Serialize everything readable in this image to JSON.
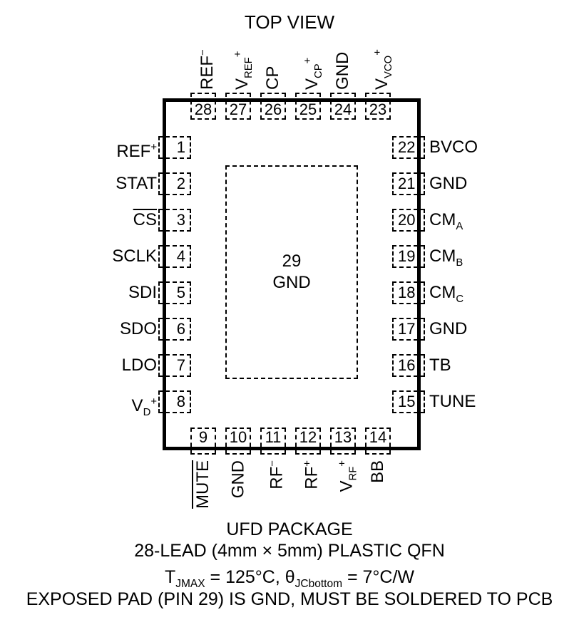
{
  "title": "TOP VIEW",
  "colors": {
    "ink": "#000000",
    "background": "#ffffff"
  },
  "package": {
    "center_pad": {
      "num": "29",
      "label": "GND"
    },
    "pins": {
      "top": [
        {
          "num": "28",
          "label": "REF^−^"
        },
        {
          "num": "27",
          "label": "V_REF_^+^"
        },
        {
          "num": "26",
          "label": "CP"
        },
        {
          "num": "25",
          "label": "V_CP_^+^"
        },
        {
          "num": "24",
          "label": "GND"
        },
        {
          "num": "23",
          "label": "V_VCO_^+^"
        }
      ],
      "left": [
        {
          "num": "1",
          "label": "REF^+^"
        },
        {
          "num": "2",
          "label": "STAT"
        },
        {
          "num": "3",
          "label": "CS",
          "overline": true
        },
        {
          "num": "4",
          "label": "SCLK"
        },
        {
          "num": "5",
          "label": "SDI"
        },
        {
          "num": "6",
          "label": "SDO"
        },
        {
          "num": "7",
          "label": "LDO"
        },
        {
          "num": "8",
          "label": "V_D_^+^"
        }
      ],
      "right": [
        {
          "num": "22",
          "label": "BVCO"
        },
        {
          "num": "21",
          "label": "GND"
        },
        {
          "num": "20",
          "label": "CM_A_"
        },
        {
          "num": "19",
          "label": "CM_B_"
        },
        {
          "num": "18",
          "label": "CM_C_"
        },
        {
          "num": "17",
          "label": "GND"
        },
        {
          "num": "16",
          "label": "TB"
        },
        {
          "num": "15",
          "label": "TUNE"
        }
      ],
      "bottom": [
        {
          "num": "9",
          "label": "MUTE",
          "overline": true
        },
        {
          "num": "10",
          "label": "GND"
        },
        {
          "num": "11",
          "label": "RF^−^"
        },
        {
          "num": "12",
          "label": "RF^+^"
        },
        {
          "num": "13",
          "label": "V_RF_^+^"
        },
        {
          "num": "14",
          "label": "BB"
        }
      ]
    }
  },
  "footer": {
    "line1": "UFD PACKAGE",
    "line2": "28-LEAD (4mm × 5mm) PLASTIC QFN",
    "line3": "T_JMAX_ = 125°C, θ_JCbottom_ = 7°C/W",
    "line4": "EXPOSED PAD (PIN 29) IS GND, MUST BE SOLDERED TO PCB"
  }
}
